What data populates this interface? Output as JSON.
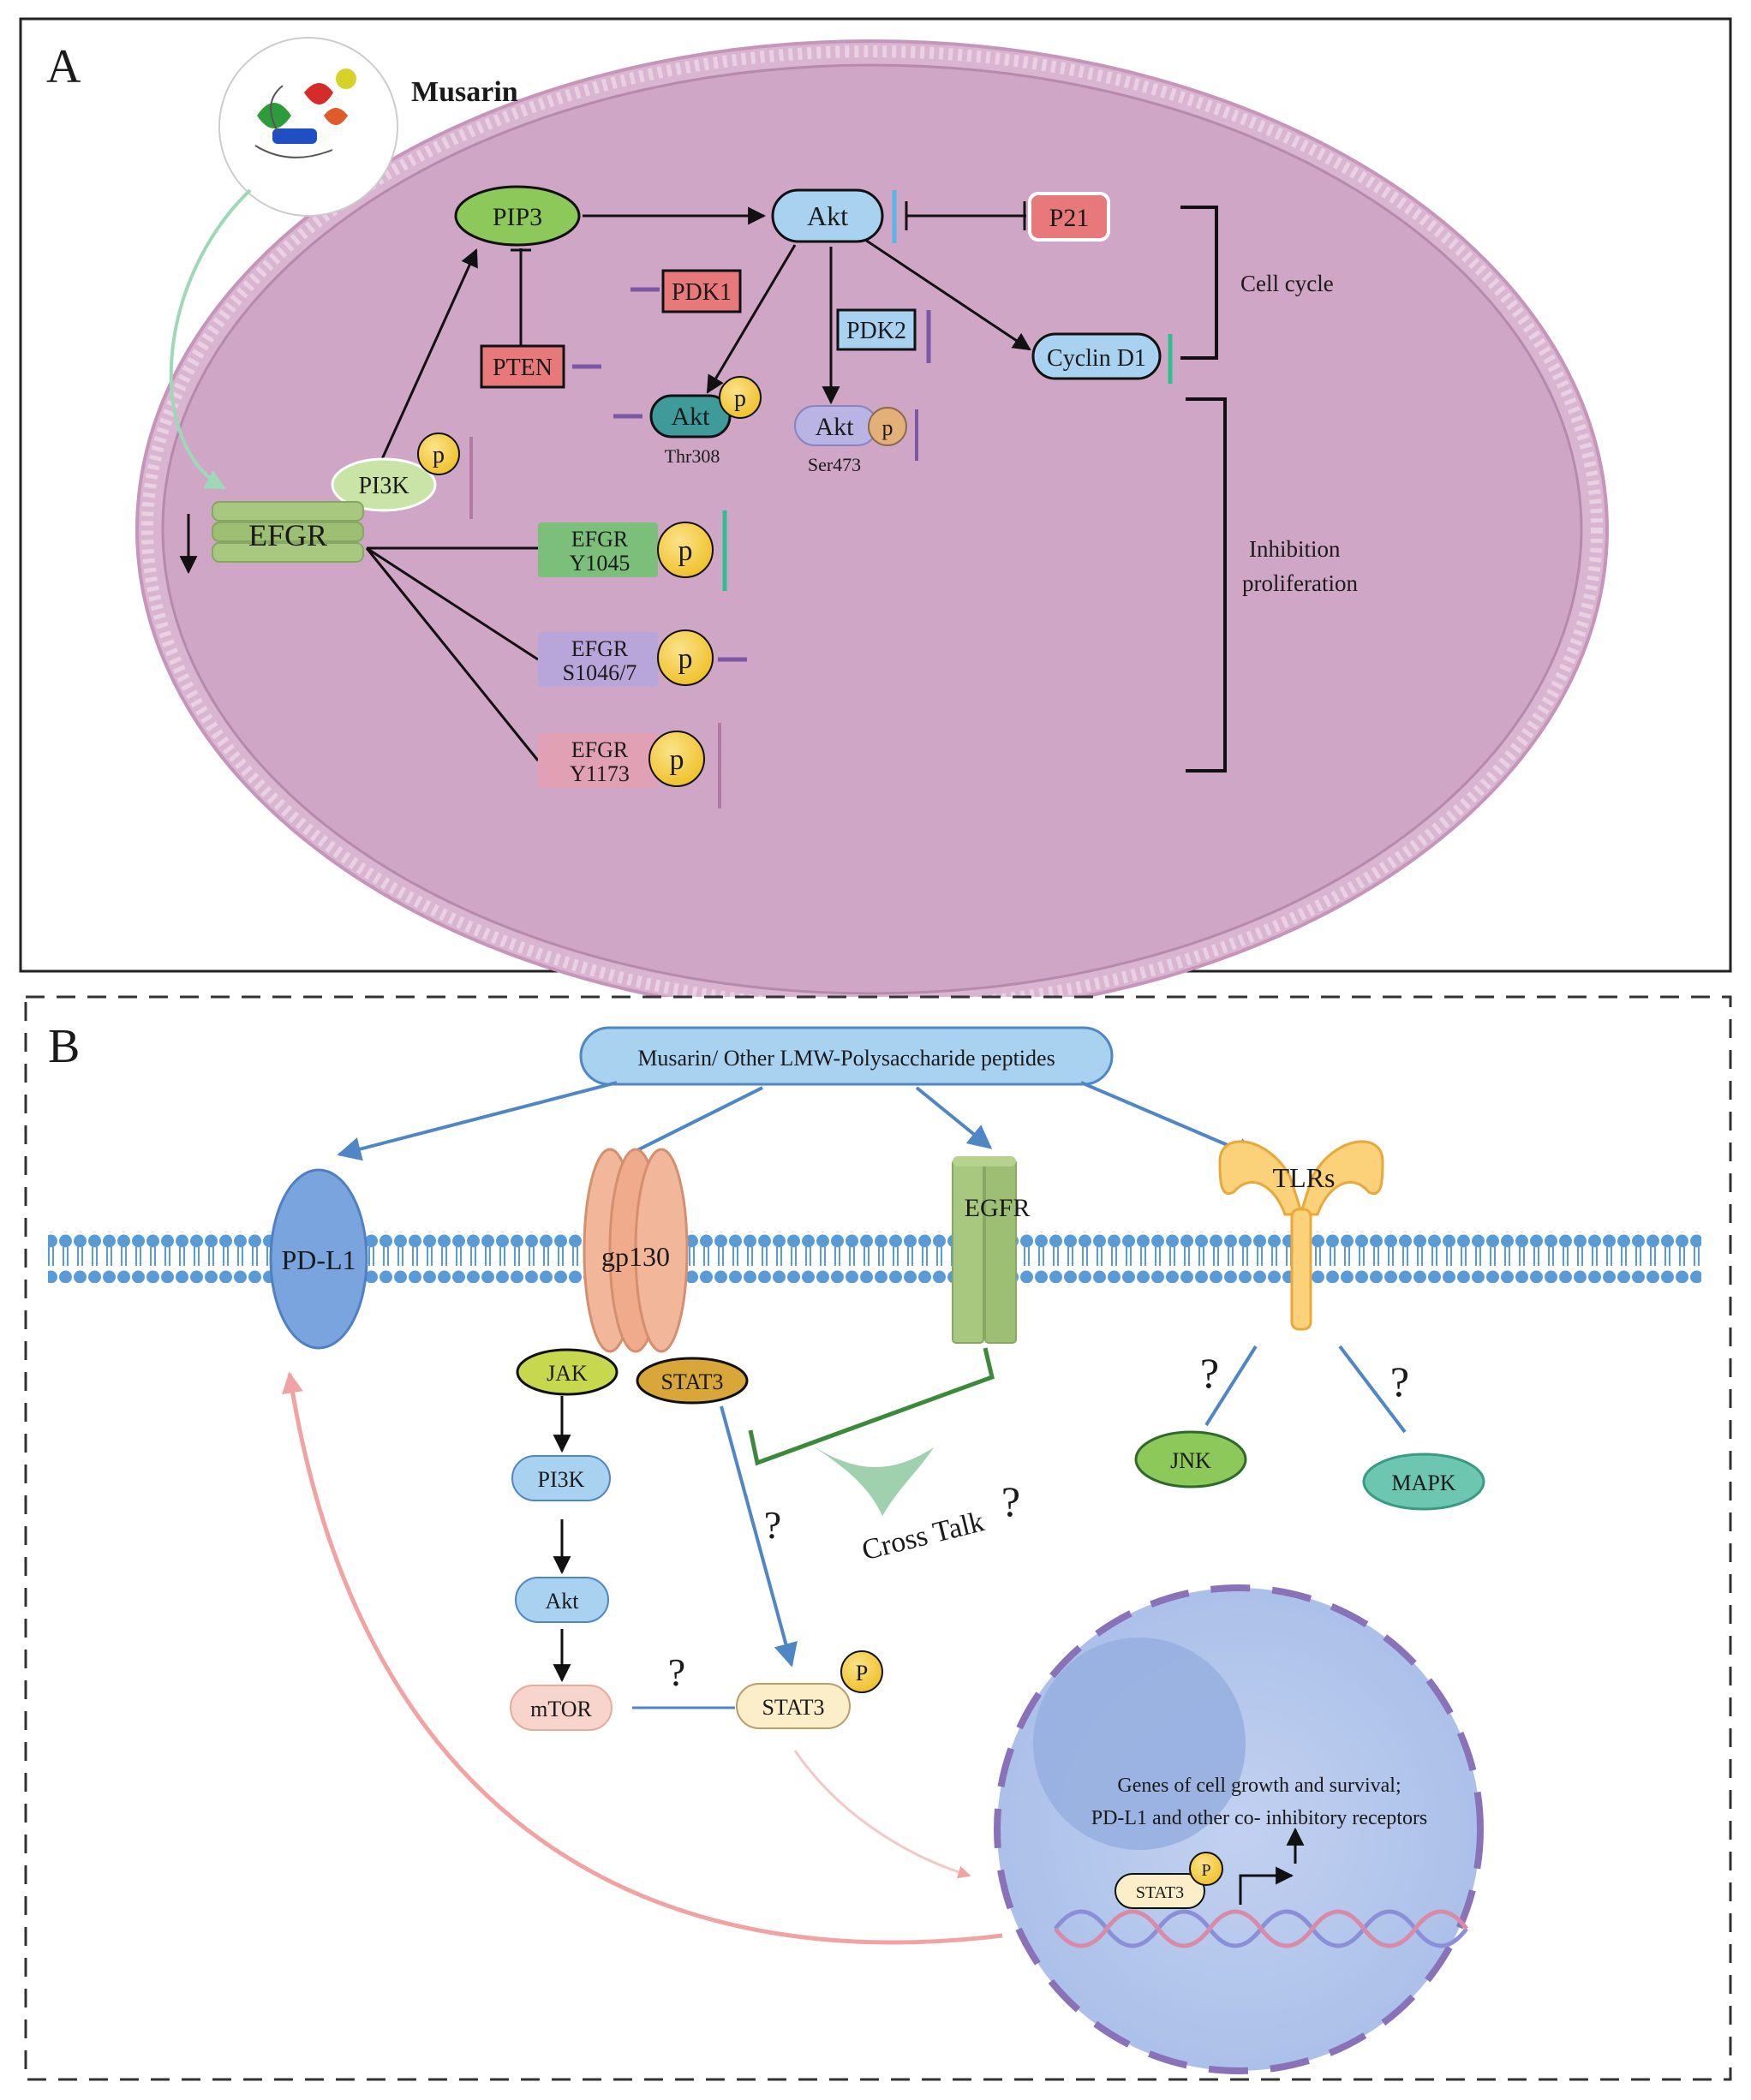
{
  "panel_a": {
    "letter": "A",
    "musarin": "Musarin",
    "pip3": "PIP3",
    "akt": "Akt",
    "p21": "P21",
    "pdk1": "PDK1",
    "pdk2": "PDK2",
    "pten": "PTEN",
    "cyclin": "Cyclin D1",
    "akt_thr": "Akt",
    "thr308": "Thr308",
    "akt_ser": "Akt",
    "ser473": "Ser473",
    "pi3k": "PI3K",
    "efgr": "EFGR",
    "y1045_a": "EFGR",
    "y1045_b": "Y1045",
    "s1046_a": "EFGR",
    "s1046_b": "S1046/7",
    "y1173_a": "EFGR",
    "y1173_b": "Y1173",
    "p": "p",
    "cell_cycle": "Cell cycle",
    "inhib_1": "Inhibition",
    "inhib_2": "proliferation"
  },
  "panel_b": {
    "letter": "B",
    "top": "Musarin/ Other LMW-Polysaccharide peptides",
    "pdl1": "PD-L1",
    "gp130": "gp130",
    "egfr": "EGFR",
    "tlrs": "TLRs",
    "jak": "JAK",
    "stat3": "STAT3",
    "pi3k": "PI3K",
    "akt": "Akt",
    "mtor": "mTOR",
    "stat3_p": "STAT3",
    "jnk": "JNK",
    "mapk": "MAPK",
    "cross_talk": "Cross Talk",
    "q": "?",
    "genes_1": "Genes of cell growth and survival;",
    "genes_2": "PD-L1 and other co- inhibitory receptors",
    "stat3_nuc": "STAT3",
    "p": "P"
  },
  "colors": {
    "cell": "#cfa6c6",
    "cell_border": "#b689ad",
    "membrane": "#5b9bd5",
    "nucleus": "#b7c9ec",
    "blue_node": "#a9d2f0",
    "green_node": "#7cc46a",
    "phospho": "#f5cc3a"
  }
}
